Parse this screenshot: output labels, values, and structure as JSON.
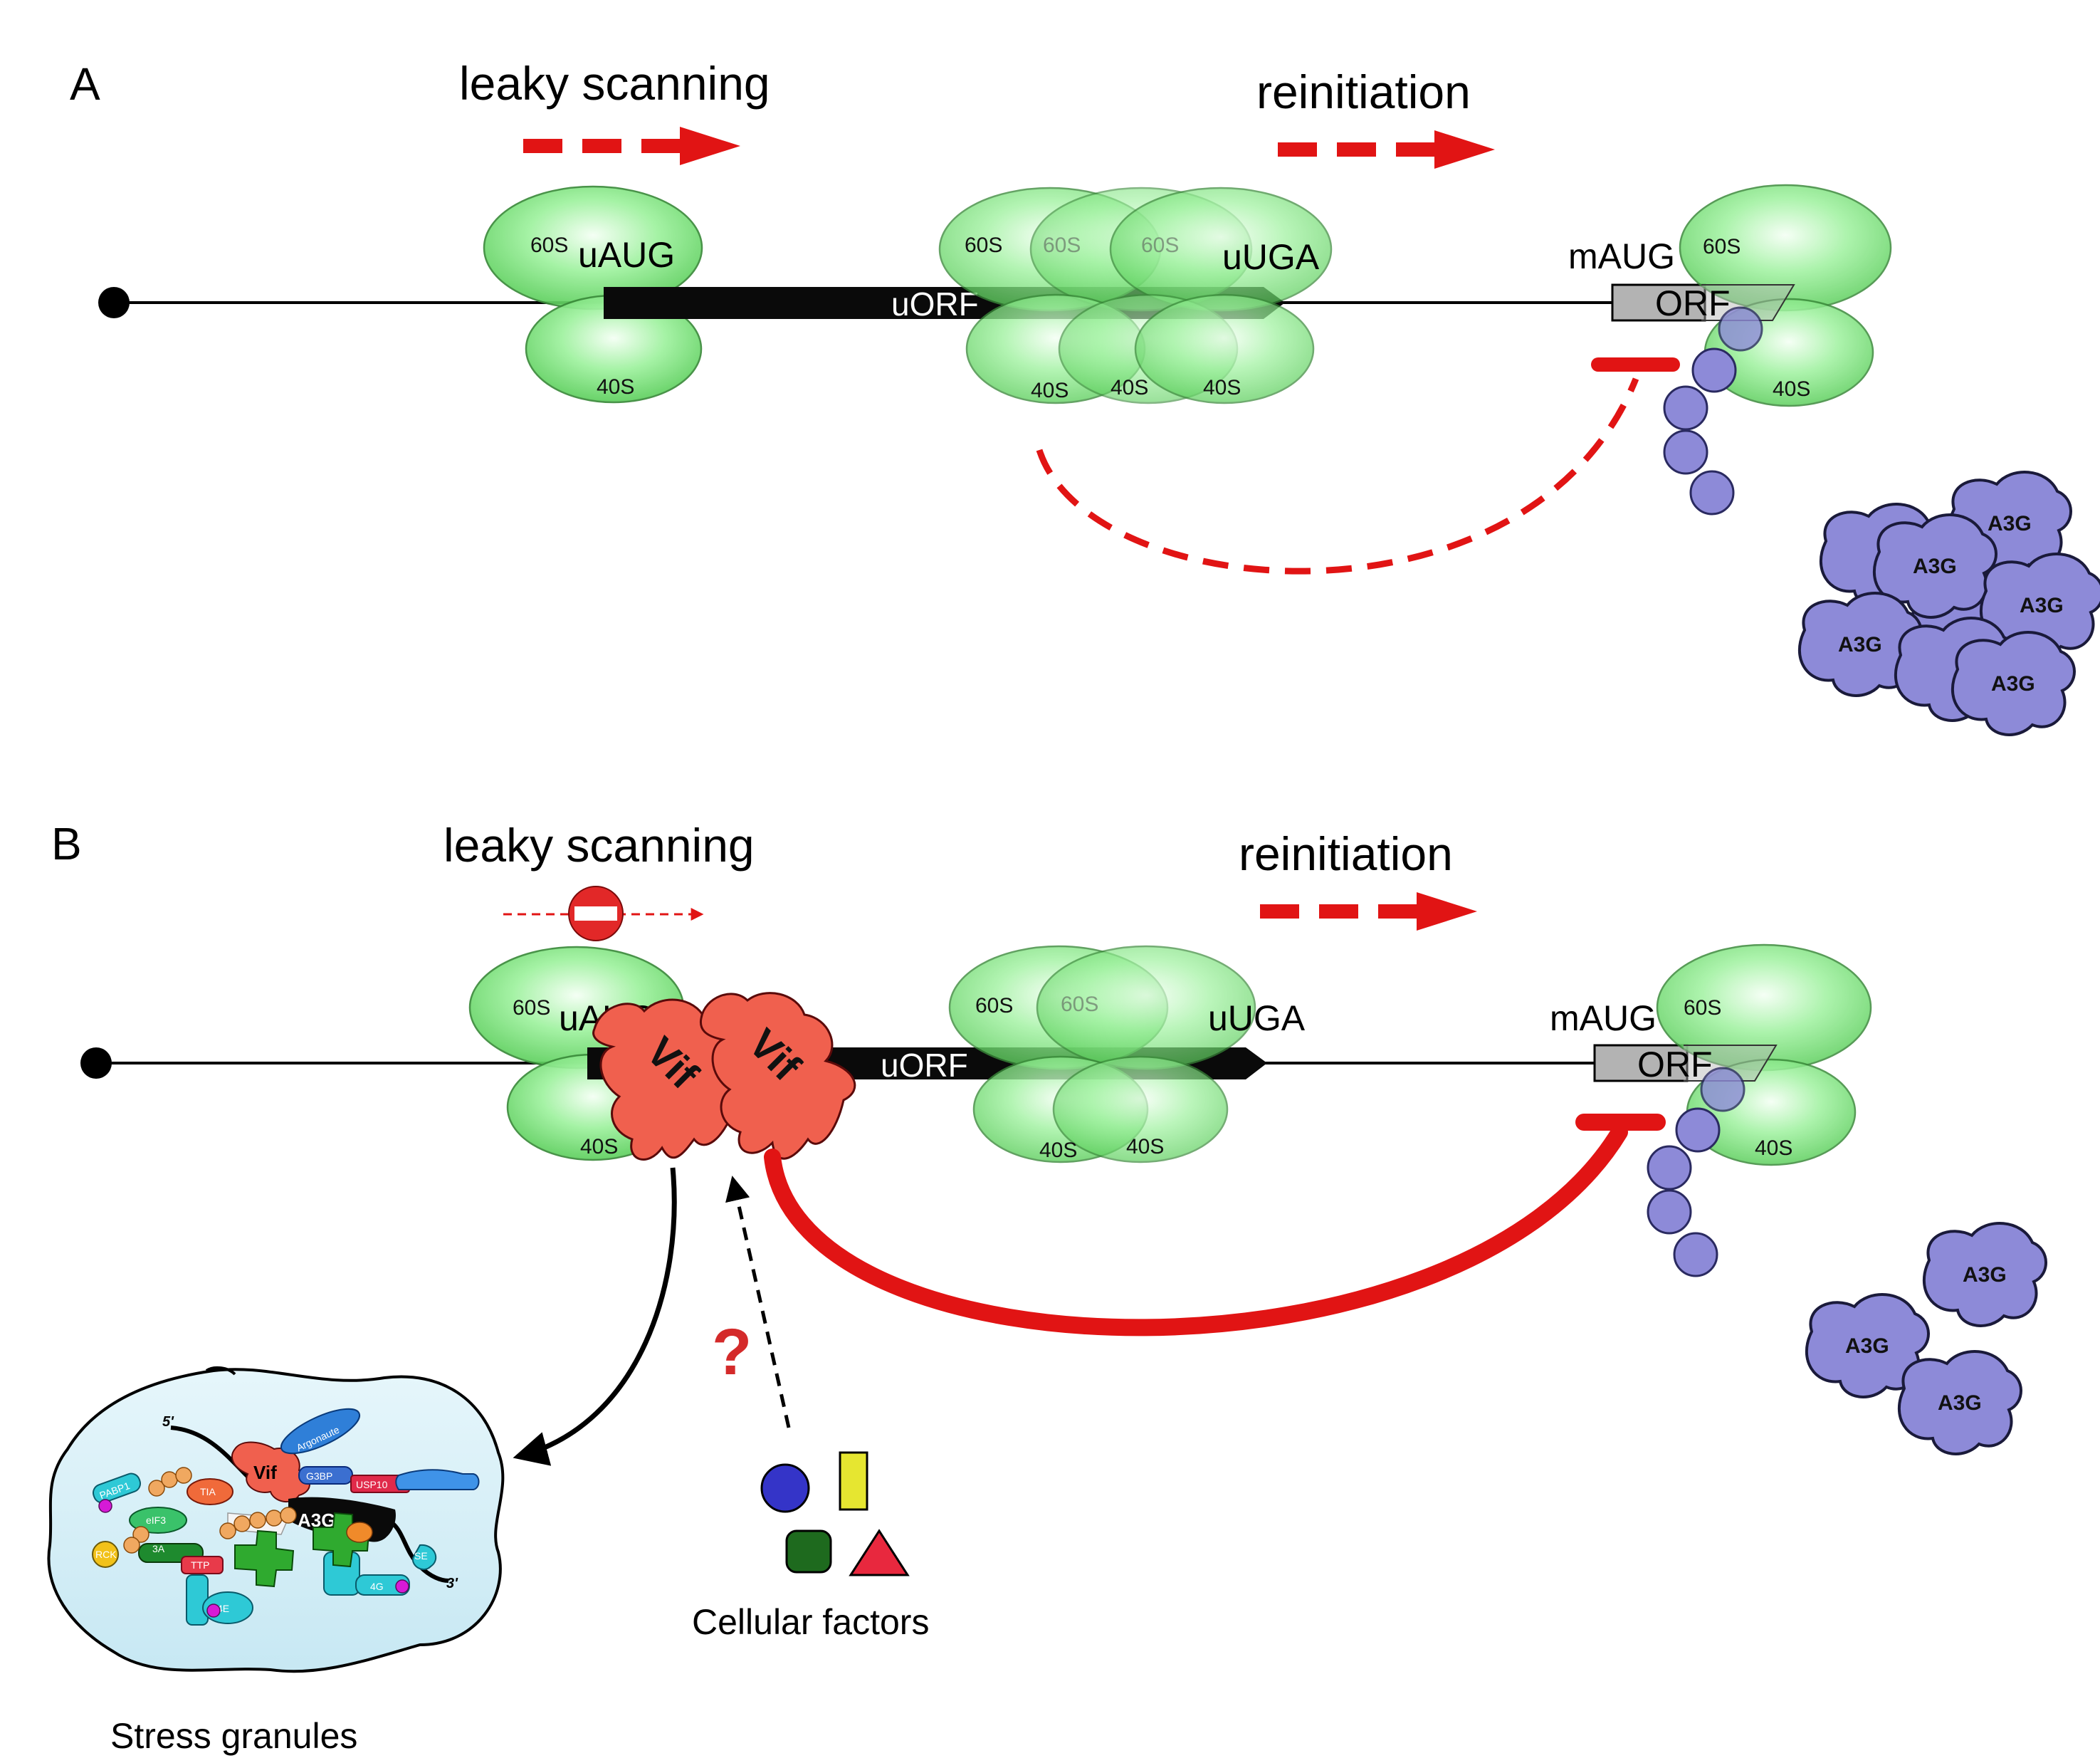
{
  "panel_a": {
    "letter": "A",
    "leaky_scanning": "leaky scanning",
    "reinitiation": "reinitiation",
    "uaug": "uAUG",
    "uorf": "uORF",
    "uuga": "uUGA",
    "maug": "mAUG",
    "orf": "ORF",
    "subunit_large": "60S",
    "subunit_small": "40S",
    "a3g_label": "A3G"
  },
  "panel_b": {
    "letter": "B",
    "leaky_scanning": "leaky scanning",
    "reinitiation": "reinitiation",
    "uaug": "uAUG",
    "uorf": "uORF",
    "uuga": "uUGA",
    "maug": "mAUG",
    "orf": "ORF",
    "subunit_large": "60S",
    "subunit_small": "40S",
    "vif": "Vif",
    "question": "?",
    "cellular_factors": "Cellular factors",
    "stress_granules": "Stress granules",
    "a3g_label": "A3G",
    "sg_five_prime": "5'",
    "sg_three_prime": "3'",
    "sg_proteins": [
      "Argonaute",
      "G3BP",
      "USP10",
      "PABP1",
      "TIA",
      "RCK",
      "eIF3",
      "TTP",
      "4E",
      "4G",
      "3A",
      "SE"
    ]
  },
  "colors": {
    "ribosome": "#7ee87e",
    "ribosome_stroke": "#3a8a3a",
    "arrow_red": "#e11414",
    "a3g_purple": "#8d8ad8",
    "vif_red": "#f0604e",
    "orf_gray": "#b3b3b3",
    "granule_bg": "#d4eef7"
  },
  "icons": [
    "no-entry-icon",
    "blue-circle-factor",
    "yellow-rectangle-factor",
    "green-square-factor",
    "red-triangle-factor"
  ]
}
